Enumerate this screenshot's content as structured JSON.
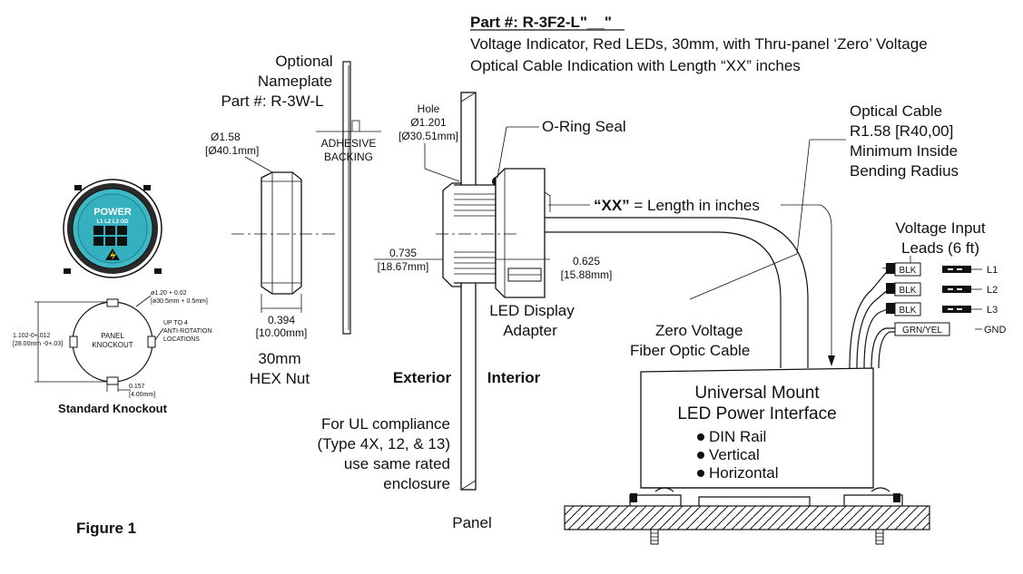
{
  "part_number": "Part #: R-3F2-L\"__\"",
  "description_line1": "Voltage Indicator, Red LEDs, 30mm, with Thru-panel ‘Zero’ Voltage",
  "description_line2": "Optical Cable Indication with Length “XX” inches",
  "nameplate": {
    "line1": "Optional",
    "line2": "Nameplate",
    "line3": "Part #: R-3W-L"
  },
  "adhesive": {
    "line1": "ADHESIVE",
    "line2": "BACKING"
  },
  "dia_158": {
    "line1": "Ø1.58",
    "line2": "[Ø40.1mm]"
  },
  "hole": {
    "line1": "Hole",
    "line2": "Ø1.201",
    "line3": "[Ø30.51mm]"
  },
  "oring": "O-Ring Seal",
  "optical_cable": {
    "line1": "Optical Cable",
    "line2": "R1.58 [R40,00]",
    "line3": "Minimum Inside",
    "line4": "Bending Radius"
  },
  "xx_length": {
    "xx": "“XX”",
    "rest": " = Length in inches"
  },
  "voltage_leads": {
    "line1": "Voltage Input",
    "line2": "Leads (6 ft)"
  },
  "leads": [
    {
      "tag": "BLK",
      "label": "L1"
    },
    {
      "tag": "BLK",
      "label": "L2"
    },
    {
      "tag": "BLK",
      "label": "L3"
    },
    {
      "tag": "GRN/YEL",
      "label": "GND"
    }
  ],
  "dim_0735": {
    "line1": "0.735",
    "line2": "[18.67mm]"
  },
  "dim_0625": {
    "line1": "0.625",
    "line2": "[15.88mm]"
  },
  "dim_0394": {
    "line1": "0.394",
    "line2": "[10.00mm]"
  },
  "hex_nut": {
    "line1": "30mm",
    "line2": "HEX Nut"
  },
  "led_adapter": {
    "line1": "LED Display",
    "line2": "Adapter"
  },
  "zero_voltage": {
    "line1": "Zero Voltage",
    "line2": "Fiber Optic Cable"
  },
  "exterior": "Exterior",
  "interior": "Interior",
  "ul": {
    "line1": "For UL compliance",
    "line2": "(Type 4X, 12, & 13)",
    "line3": "use same rated",
    "line4": "enclosure"
  },
  "panel": "Panel",
  "interface": {
    "title1": "Universal Mount",
    "title2": "LED Power Interface",
    "options": [
      "DIN Rail",
      "Vertical",
      "Horizontal"
    ]
  },
  "device_face": {
    "title": "POWER",
    "leds": "L1 L2 L3 GD"
  },
  "knockout": {
    "center1": "PANEL",
    "center2": "KNOCKOUT",
    "dim_left1": "1.102-0+.012",
    "dim_left2": "[28.00mm -0+.03]",
    "dim_top1": "ø1.20 + 0.02",
    "dim_top2": "[ø30.5mm + 0.5mm]",
    "note1": "UP TO 4",
    "note2": "ANTI-ROTATION",
    "note3": "LOCATIONS",
    "dim_bottom1": "0.157",
    "dim_bottom2": "[4.00mm]",
    "title": "Standard Knockout"
  },
  "figure": "Figure 1"
}
